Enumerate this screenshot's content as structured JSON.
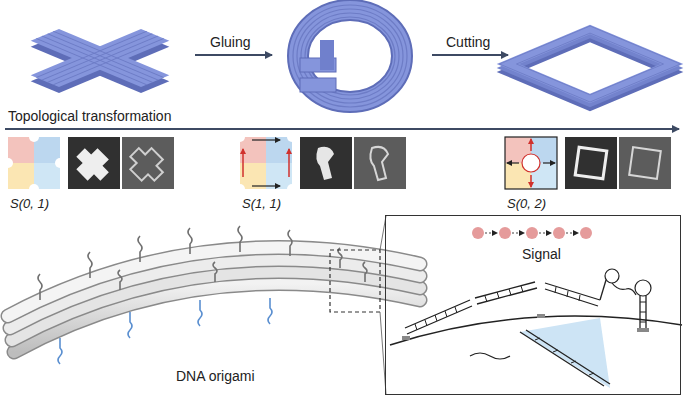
{
  "diagram": {
    "nodes": [
      {
        "text": [
          "Signal"
        ]
      }
    ],
    "labels": [
      "Gluing",
      "Cutting",
      "Topological transformation",
      "S(0, 1)",
      "S(1, 1)",
      "S(0, 2)",
      "DNA origami"
    ]
  }
}
